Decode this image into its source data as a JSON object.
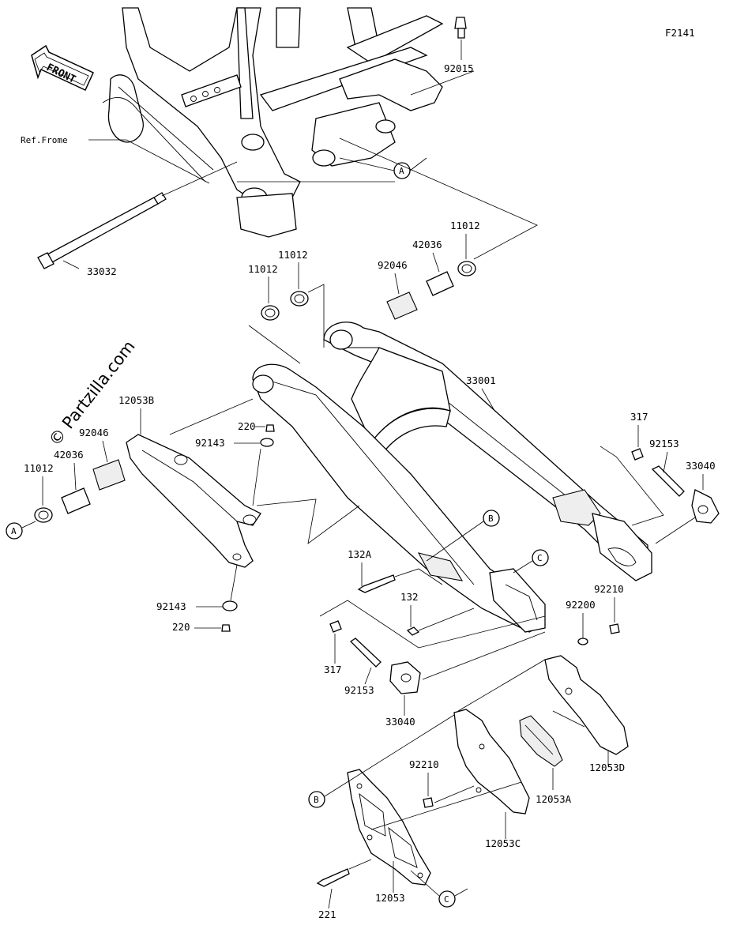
{
  "figure_id": "F2141",
  "watermark": "© Partzilla.com",
  "front_label": "FRONT",
  "ref_frame_label": "Ref.Frome",
  "callouts": {
    "c1_top": "A",
    "c1_left": "A",
    "c2_mid": "B",
    "c2_low": "B",
    "c3_mid": "C",
    "c3_low": "C"
  },
  "part_labels": {
    "p92015": "92015",
    "p33032": "33032",
    "p11012_a": "11012",
    "p11012_b": "11012",
    "p11012_c": "11012",
    "p11012_d": "11012",
    "p42036_a": "42036",
    "p42036_b": "42036",
    "p92046_a": "92046",
    "p92046_b": "92046",
    "p33001": "33001",
    "p12053B": "12053B",
    "p220_a": "220",
    "p220_b": "220",
    "p92143_a": "92143",
    "p92143_b": "92143",
    "p317_a": "317",
    "p317_b": "317",
    "p92153_a": "92153",
    "p92153_b": "92153",
    "p33040_a": "33040",
    "p33040_b": "33040",
    "p132A": "132A",
    "p132": "132",
    "p92210_a": "92210",
    "p92210_b": "92210",
    "p92200": "92200",
    "p12053D": "12053D",
    "p12053A": "12053A",
    "p12053C": "12053C",
    "p12053": "12053",
    "p221": "221"
  }
}
